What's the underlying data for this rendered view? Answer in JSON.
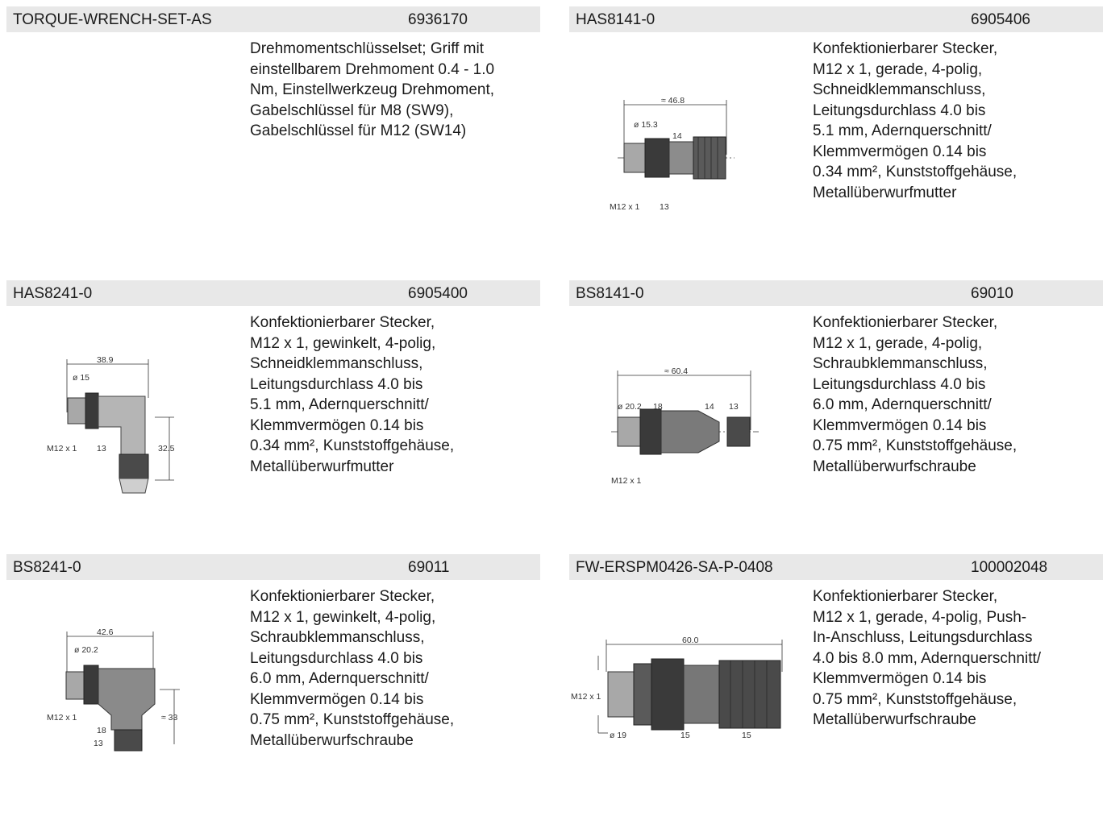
{
  "cards": [
    {
      "title": "TORQUE-WRENCH-SET-AS",
      "number": "6936170",
      "description": "Drehmomentschlüsselset; Griff mit\neinstellbarem Drehmoment 0.4 - 1.0\nNm, Einstellwerkzeug Drehmoment,\nGabelschlüssel für M8 (SW9),\nGabelschlüssel für M12 (SW14)"
    },
    {
      "title": "HAS8141-0",
      "number": "6905406",
      "description": "Konfektionierbarer Stecker,\nM12 x 1, gerade, 4-polig,\nSchneidklemmanschluss,\nLeitungsdurchlass 4.0 bis\n5.1 mm, Adernquerschnitt/\nKlemmvermögen 0.14 bis\n0.34 mm², Kunststoffgehäuse,\nMetallüberwurfmutter",
      "drawing": {
        "length": "≈ 46.8",
        "diameter": "ø 15.3",
        "wrench_a": "14",
        "wrench_b": "13",
        "thread": "M12 x 1"
      }
    },
    {
      "title": "HAS8241-0",
      "number": "6905400",
      "description": "Konfektionierbarer Stecker,\nM12 x 1, gewinkelt, 4-polig,\nSchneidklemmanschluss,\nLeitungsdurchlass 4.0 bis\n5.1 mm, Adernquerschnitt/\nKlemmvermögen 0.14 bis\n0.34 mm², Kunststoffgehäuse,\nMetallüberwurfmutter",
      "drawing": {
        "length": "38.9",
        "diameter": "ø 15",
        "wrench": "13",
        "thread": "M12 x 1",
        "height": "32.5"
      }
    },
    {
      "title": "BS8141-0",
      "number": "69010",
      "description": "Konfektionierbarer Stecker,\nM12 x 1, gerade, 4-polig,\nSchraubklemmanschluss,\nLeitungsdurchlass 4.0 bis\n6.0 mm, Adernquerschnitt/\nKlemmvermögen 0.14 bis\n0.75 mm², Kunststoffgehäuse,\nMetallüberwurfschraube",
      "drawing": {
        "length": "≈ 60.4",
        "diameter": "ø 20.2",
        "wrench_a": "18",
        "wrench_b": "14",
        "wrench_c": "13",
        "thread": "M12 x 1"
      }
    },
    {
      "title": "BS8241-0",
      "number": "69011",
      "description": "Konfektionierbarer Stecker,\nM12 x 1, gewinkelt, 4-polig,\nSchraubklemmanschluss,\nLeitungsdurchlass 4.0 bis\n6.0 mm, Adernquerschnitt/\nKlemmvermögen 0.14 bis\n0.75 mm², Kunststoffgehäuse,\nMetallüberwurfschraube",
      "drawing": {
        "length": "42.6",
        "diameter": "ø 20.2",
        "wrench_a": "18",
        "wrench_b": "13",
        "thread": "M12 x 1",
        "height": "≈ 33"
      }
    },
    {
      "title": "FW-ERSPM0426-SA-P-0408",
      "number": "100002048",
      "description": "Konfektionierbarer Stecker,\nM12 x 1, gerade, 4-polig, Push-\nIn-Anschluss, Leitungsdurchlass\n4.0 bis 8.0 mm, Adernquerschnitt/\nKlemmvermögen 0.14 bis\n0.75 mm², Kunststoffgehäuse,\nMetallüberwurfschraube",
      "drawing": {
        "length": "60.0",
        "thread": "M12 x 1",
        "diameter": "ø 19",
        "wrench_a": "15",
        "wrench_b": "15"
      }
    }
  ]
}
